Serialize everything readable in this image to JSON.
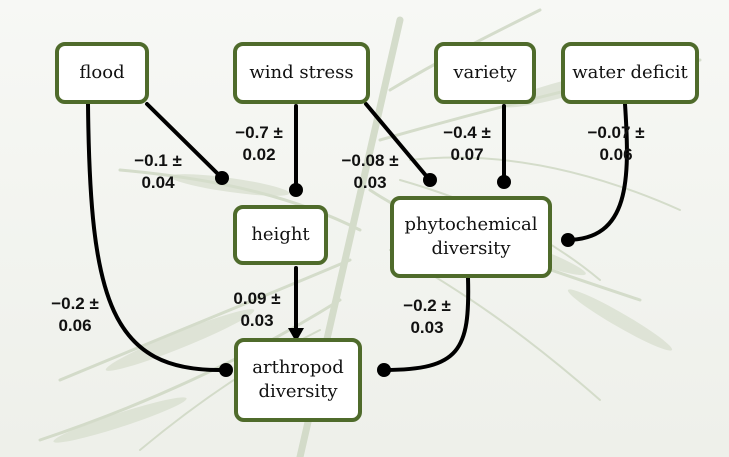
{
  "nodes": {
    "flood": "flood",
    "wind_stress": "wind stress",
    "variety": "variety",
    "water_deficit": "water deficit",
    "height": "height",
    "phytochemical_diversity": "phytochemical\ndiversity",
    "arthropod_diversity": "arthropod\ndiversity"
  },
  "edges": {
    "flood_to_height": "−0.1 ±\n0.04",
    "wind_to_height": "−0.7 ±\n0.02",
    "wind_to_phyto": "−0.08 ±\n0.03",
    "variety_to_phyto": "−0.4 ±\n0.07",
    "water_to_phyto": "−0.07 ±\n0.06",
    "flood_to_arthropod": "−0.2 ±\n0.06",
    "height_to_arthropod": "0.09 ±\n0.03",
    "phyto_to_arthropod": "−0.2 ±\n0.03"
  },
  "colors": {
    "node_border": "#4f6b2b",
    "edge": "#000000",
    "background_plant": "#c9d3bd"
  }
}
